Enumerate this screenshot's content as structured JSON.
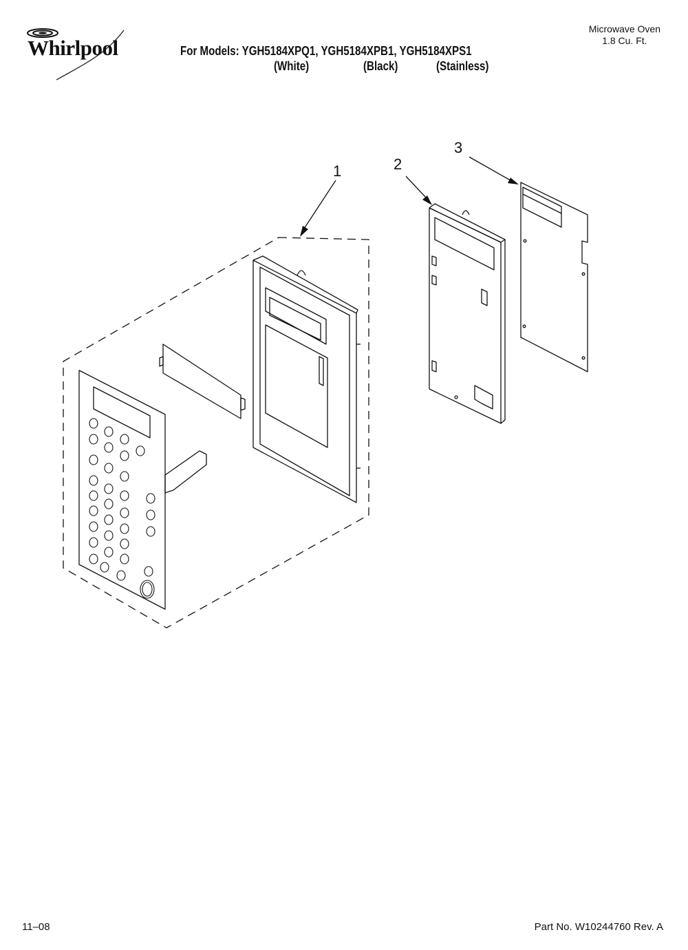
{
  "header": {
    "brand": "Whirlpool",
    "models_line": "For Models: YGH5184XPQ1, YGH5184XPB1, YGH5184XPS1",
    "variants": [
      "(White)",
      "(Black)",
      "(Stainless)"
    ],
    "product_type": "Microwave Oven",
    "capacity": "1.8 Cu. Ft."
  },
  "diagram": {
    "callouts": [
      "1",
      "2",
      "3"
    ]
  },
  "footer": {
    "date": "11–08",
    "part_number": "Part No. W10244760 Rev. A"
  }
}
